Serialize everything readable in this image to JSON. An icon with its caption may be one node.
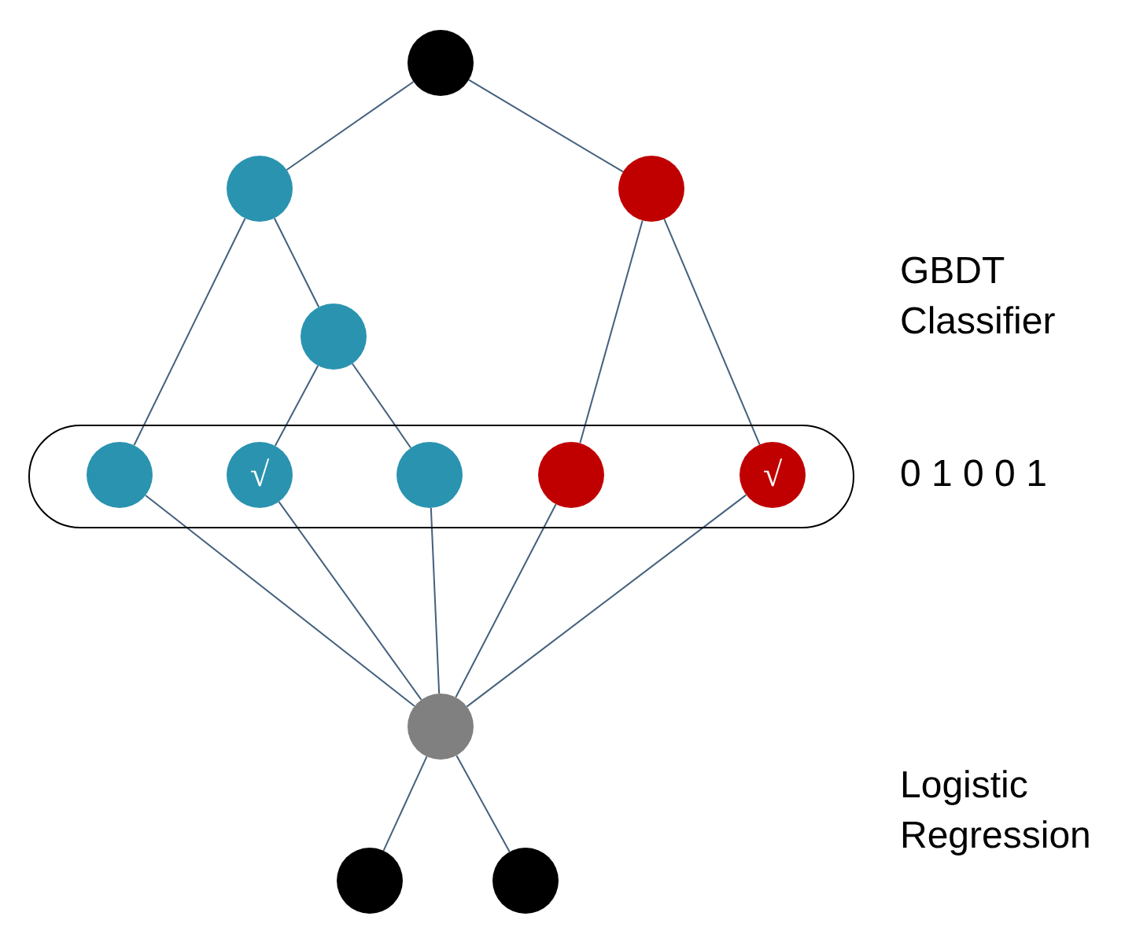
{
  "diagram": {
    "nodes": [
      {
        "text": [],
        "shape": "circle"
      },
      {
        "text": [],
        "shape": "circle"
      },
      {
        "text": [],
        "shape": "circle"
      },
      {
        "text": [],
        "shape": "circle"
      },
      {
        "text": [],
        "shape": "box"
      },
      {
        "text": [],
        "shape": "circle",
        "in": 4
      },
      {
        "text": [
          "√"
        ],
        "in": 4
      },
      {
        "text": [],
        "shape": "circle",
        "in": 4
      },
      {
        "text": [],
        "shape": "circle",
        "in": 4
      },
      {
        "text": [
          "√"
        ],
        "in": 4
      },
      {
        "text": [],
        "shape": "circle"
      },
      {
        "text": [],
        "shape": "circle"
      },
      {
        "text": [],
        "shape": "circle"
      }
    ],
    "edges": [
      {
        "from": 0,
        "to": 1,
        "arrow": "none"
      },
      {
        "from": 0,
        "to": 2,
        "arrow": "none"
      },
      {
        "from": 1,
        "to": 5,
        "arrow": "none"
      },
      {
        "from": 1,
        "to": 3,
        "arrow": "none"
      },
      {
        "from": 3,
        "to": 6,
        "arrow": "none"
      },
      {
        "from": 3,
        "to": 7,
        "arrow": "none"
      },
      {
        "from": 2,
        "to": 8,
        "arrow": "none"
      },
      {
        "from": 2,
        "to": 9,
        "arrow": "none"
      },
      {
        "from": 5,
        "to": 10,
        "arrow": "none"
      },
      {
        "from": 6,
        "to": 10,
        "arrow": "none"
      },
      {
        "from": 7,
        "to": 10,
        "arrow": "none"
      },
      {
        "from": 8,
        "to": 10,
        "arrow": "none"
      },
      {
        "from": 9,
        "to": 10,
        "arrow": "none"
      },
      {
        "from": 10,
        "to": 11,
        "arrow": "none"
      },
      {
        "from": 10,
        "to": 12,
        "arrow": "none"
      }
    ],
    "labels": [
      "GBDT Classifier",
      "0 1 0 0 1",
      "Logistic Regression"
    ]
  }
}
